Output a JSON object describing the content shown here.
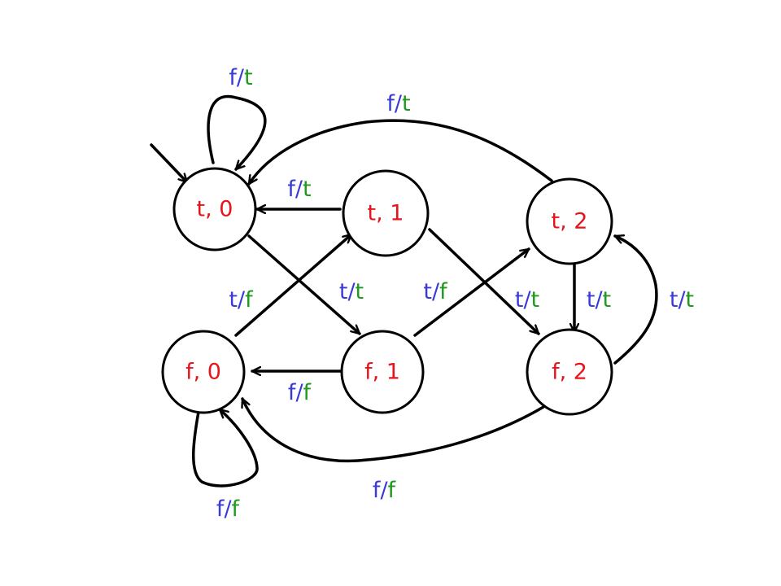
{
  "colors": {
    "state_text": "#e8141b",
    "input": "#3a3ad6",
    "output": "#1e9a1e",
    "slash": "#3a3ad6",
    "line": "#000000"
  },
  "states": [
    {
      "id": "t0",
      "label": "t, 0"
    },
    {
      "id": "t1",
      "label": "t, 1"
    },
    {
      "id": "t2",
      "label": "t, 2"
    },
    {
      "id": "f0",
      "label": "f, 0"
    },
    {
      "id": "f1",
      "label": "f, 1"
    },
    {
      "id": "f2",
      "label": "f, 2"
    }
  ],
  "transitions": [
    {
      "id": "t0-self",
      "from": "t, 0",
      "to": "t, 0",
      "input": "f",
      "output": "t"
    },
    {
      "id": "t2-t0",
      "from": "t, 2",
      "to": "t, 0",
      "input": "f",
      "output": "t"
    },
    {
      "id": "t1-t0",
      "from": "t, 1",
      "to": "t, 0",
      "input": "f",
      "output": "t"
    },
    {
      "id": "f0-t1",
      "from": "f, 0",
      "to": "t, 1",
      "input": "t",
      "output": "f"
    },
    {
      "id": "t0-f1",
      "from": "t, 0",
      "to": "f, 1",
      "input": "t",
      "output": "t"
    },
    {
      "id": "f1-t2",
      "from": "f, 1",
      "to": "t, 2",
      "input": "t",
      "output": "f"
    },
    {
      "id": "t1-f2",
      "from": "t, 1",
      "to": "f, 2",
      "input": "t",
      "output": "t"
    },
    {
      "id": "t2-f2",
      "from": "t, 2",
      "to": "f, 2",
      "input": "t",
      "output": "t"
    },
    {
      "id": "f2-t2",
      "from": "f, 2",
      "to": "t, 2",
      "input": "t",
      "output": "t"
    },
    {
      "id": "f1-f0",
      "from": "f, 1",
      "to": "f, 0",
      "input": "f",
      "output": "f"
    },
    {
      "id": "f2-f0",
      "from": "f, 2",
      "to": "f, 0",
      "input": "f",
      "output": "f"
    },
    {
      "id": "f0-self",
      "from": "f, 0",
      "to": "f, 0",
      "input": "f",
      "output": "f"
    }
  ]
}
